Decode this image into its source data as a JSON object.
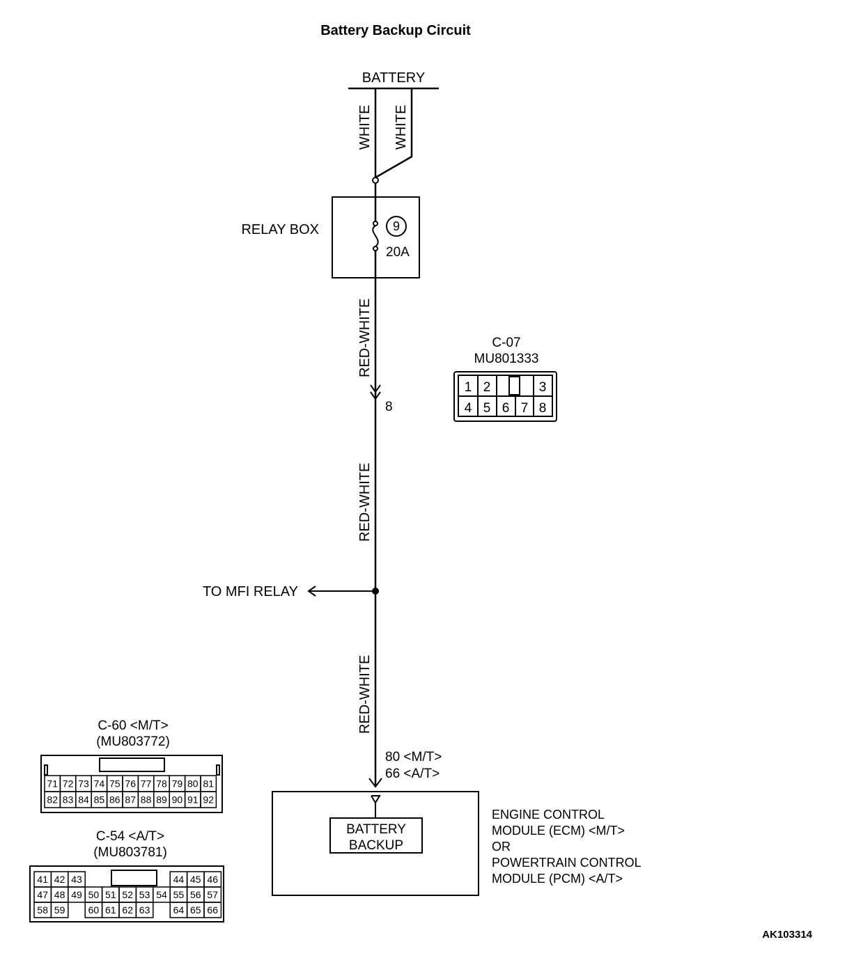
{
  "title": "Battery Backup Circuit",
  "battery_label": "BATTERY",
  "wire_white_left": "WHITE",
  "wire_white_right": "WHITE",
  "relay_box": {
    "label": "RELAY BOX",
    "fuse_number": "9",
    "fuse_rating": "20A"
  },
  "wire_red_white_1": "RED-WHITE",
  "wire_red_white_2": "RED-WHITE",
  "wire_red_white_3": "RED-WHITE",
  "c07_pin": "8",
  "to_mfi_relay": "TO MFI RELAY",
  "ecm_pins": {
    "mt": "80 <M/T>",
    "at": "66 <A/T>"
  },
  "module": {
    "inner_line1": "BATTERY",
    "inner_line2": "BACKUP",
    "desc": [
      "ENGINE CONTROL",
      "MODULE (ECM) <M/T>",
      "OR",
      "POWERTRAIN CONTROL",
      "MODULE (PCM) <A/T>"
    ]
  },
  "connector_c07": {
    "name": "C-07",
    "part": "MU801333",
    "row1": [
      "1",
      "2",
      "",
      "3"
    ],
    "row2": [
      "4",
      "5",
      "6",
      "7",
      "8"
    ]
  },
  "connector_c60": {
    "name": "C-60 <M/T>",
    "part": "(MU803772)",
    "row1": [
      "71",
      "72",
      "73",
      "74",
      "75",
      "76",
      "77",
      "78",
      "79",
      "80",
      "81"
    ],
    "row2": [
      "82",
      "83",
      "84",
      "85",
      "86",
      "87",
      "88",
      "89",
      "90",
      "91",
      "92"
    ]
  },
  "connector_c54": {
    "name": "C-54 <A/T>",
    "part": "(MU803781)",
    "row1": [
      "41",
      "42",
      "43",
      "",
      "",
      "",
      "",
      "",
      "44",
      "45",
      "46"
    ],
    "row2": [
      "47",
      "48",
      "49",
      "50",
      "51",
      "52",
      "53",
      "54",
      "55",
      "56",
      "57"
    ],
    "row3": [
      "58",
      "59",
      "",
      "60",
      "61",
      "62",
      "63",
      "",
      "64",
      "65",
      "66"
    ]
  },
  "figure_ref": "AK103314"
}
